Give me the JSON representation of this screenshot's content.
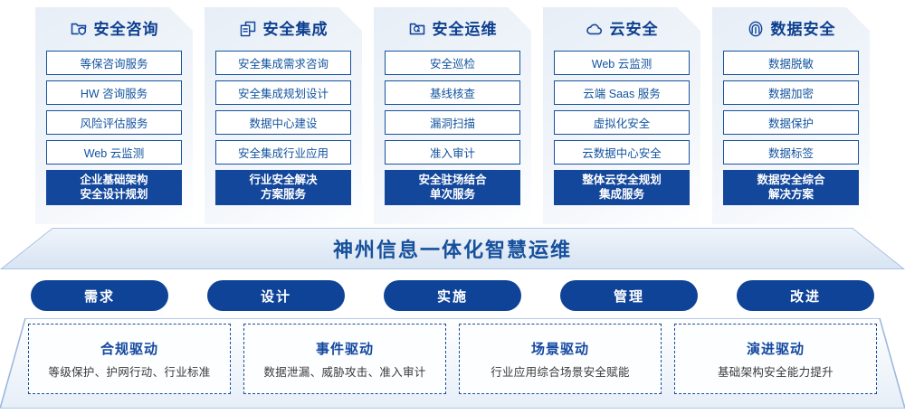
{
  "cards": [
    {
      "icon": "folder-shield-icon",
      "title": "安全咨询",
      "items": [
        "等保咨询服务",
        "HW 咨询服务",
        "风险评估服务",
        "Web 云监测"
      ],
      "highlight": "企业基础架构\n安全设计规划"
    },
    {
      "icon": "documents-stack-icon",
      "title": "安全集成",
      "items": [
        "安全集成需求咨询",
        "安全集成规划设计",
        "数据中心建设",
        "安全集成行业应用"
      ],
      "highlight": "行业安全解决\n方案服务"
    },
    {
      "icon": "folder-chart-icon",
      "title": "安全运维",
      "items": [
        "安全巡检",
        "基线核查",
        "漏洞扫描",
        "准入审计"
      ],
      "highlight": "安全驻场结合\n单次服务"
    },
    {
      "icon": "cloud-icon",
      "title": "云安全",
      "items": [
        "Web 云监测",
        "云端 Saas 服务",
        "虚拟化安全",
        "云数据中心安全"
      ],
      "highlight": "整体云安全规划\n集成服务"
    },
    {
      "icon": "fingerprint-icon",
      "title": "数据安全",
      "items": [
        "数据脱敏",
        "数据加密",
        "数据保护",
        "数据标签"
      ],
      "highlight": "数据安全综合\n解决方案"
    }
  ],
  "banner": {
    "title": "神州信息一体化智慧运维"
  },
  "pills": [
    {
      "label": "需求"
    },
    {
      "label": "设计"
    },
    {
      "label": "实施"
    },
    {
      "label": "管理"
    },
    {
      "label": "改进"
    }
  ],
  "drivers": [
    {
      "title": "合规驱动",
      "subtitle": "等级保护、护网行动、行业标准"
    },
    {
      "title": "事件驱动",
      "subtitle": "数据泄漏、威胁攻击、准入审计"
    },
    {
      "title": "场景驱动",
      "subtitle": "行业应用综合场景安全赋能"
    },
    {
      "title": "演进驱动",
      "subtitle": "基础架构安全能力提升"
    }
  ],
  "colors": {
    "brand_blue": "#13479b",
    "title_blue": "#0d3f8f",
    "item_border": "#14529e",
    "pill_blue": "#0f4397",
    "banner_text": "#16509c",
    "dashed_border": "#1a4f9c"
  }
}
